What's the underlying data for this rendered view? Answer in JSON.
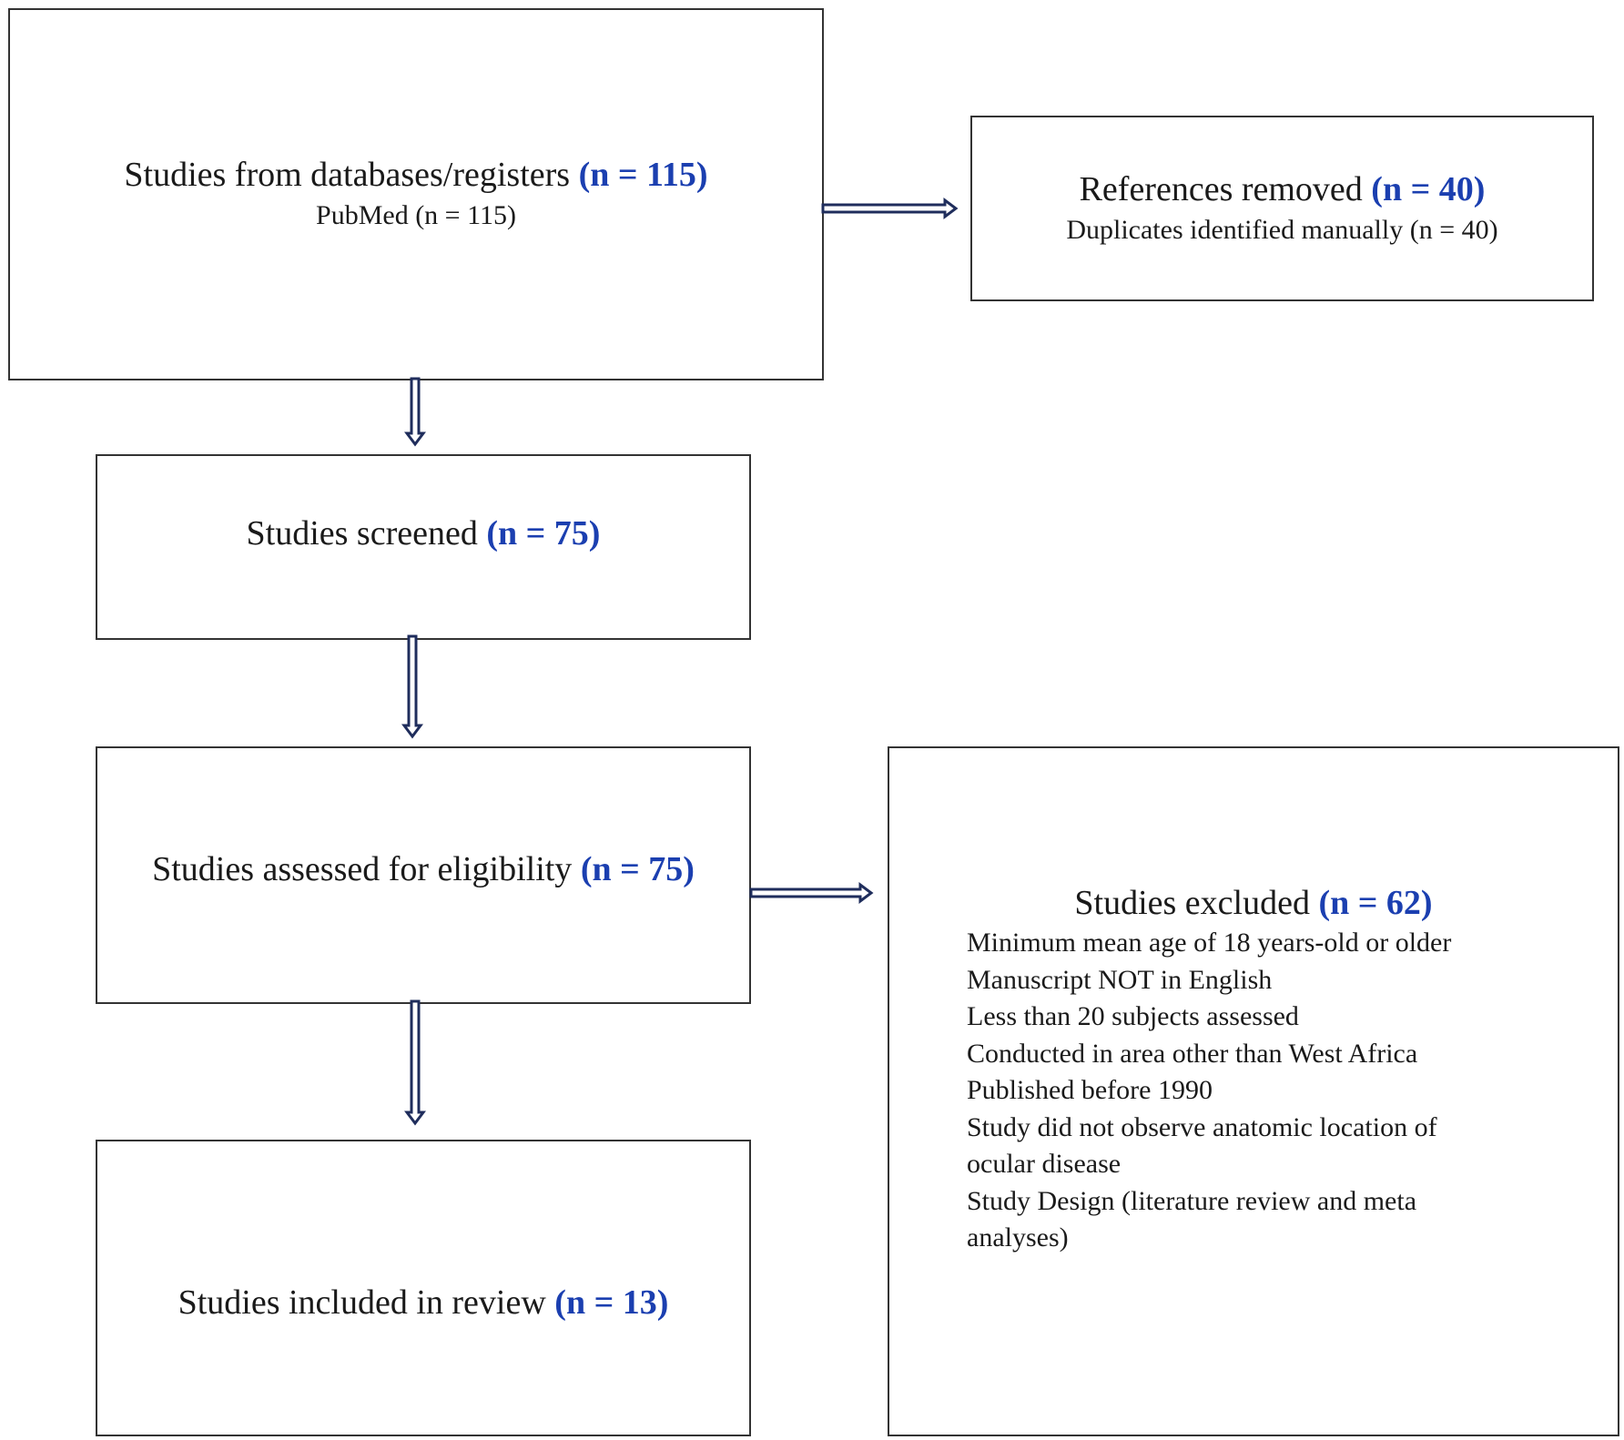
{
  "flow": {
    "identification": {
      "title": "Studies from databases/registers",
      "count": "(n = 115)",
      "source": "PubMed (n = 115)"
    },
    "removed": {
      "title": "References removed",
      "count": "(n = 40)",
      "detail": "Duplicates identified manually (n = 40)"
    },
    "screened": {
      "title": "Studies screened",
      "count": "(n = 75)"
    },
    "eligibility": {
      "title": "Studies assessed for eligibility",
      "count": "(n = 75)"
    },
    "excluded": {
      "title": "Studies excluded",
      "count": "(n = 62)",
      "reasons": [
        "Minimum mean age of 18 years-old or older",
        "Manuscript NOT in English",
        "Less than 20 subjects assessed",
        "Conducted in area other than West Africa",
        "Published before 1990",
        "Study did not observe anatomic location of",
        "ocular disease",
        "Study Design (literature review and meta",
        "analyses)"
      ]
    },
    "included": {
      "title": "Studies included in review",
      "count": "(n = 13)"
    }
  },
  "colors": {
    "count_text": "#1b3fb0",
    "arrow": "#1f2d5c",
    "border": "#333333"
  }
}
